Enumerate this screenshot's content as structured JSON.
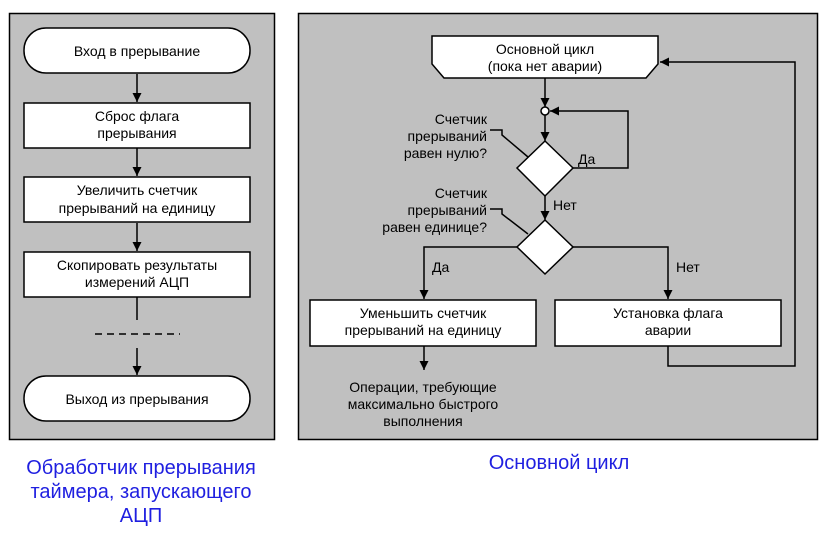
{
  "left_panel": {
    "caption": [
      "Обработчик прерывания",
      "таймера, запускающего",
      "АЦП"
    ],
    "enter": "Вход в прерывание",
    "reset_flag": [
      "Сброс флага",
      "прерывания"
    ],
    "increment": [
      "Увеличить счетчик",
      "прерываний на единицу"
    ],
    "copy": [
      "Скопировать результаты",
      "измерений АЦП"
    ],
    "exit": "Выход из прерывания"
  },
  "right_panel": {
    "caption": "Основной цикл",
    "loop": [
      "Основной цикл",
      "(пока нет аварии)"
    ],
    "q_zero": [
      "Счетчик",
      "прерываний",
      "равен нулю?"
    ],
    "yes1": "Да",
    "no1": "Нет",
    "q_one": [
      "Счетчик",
      "прерываний",
      "равен единице?"
    ],
    "yes2": "Да",
    "no2": "Нет",
    "decrement": [
      "Уменьшить счетчик",
      "прерываний на единицу"
    ],
    "alarm": [
      "Установка флага",
      "аварии"
    ],
    "ops": [
      "Операции, требующие",
      "максимально быстрого",
      "выполнения"
    ]
  },
  "colors": {
    "panel_bg": "#c0c0c0",
    "caption": "#1f1fe0"
  }
}
